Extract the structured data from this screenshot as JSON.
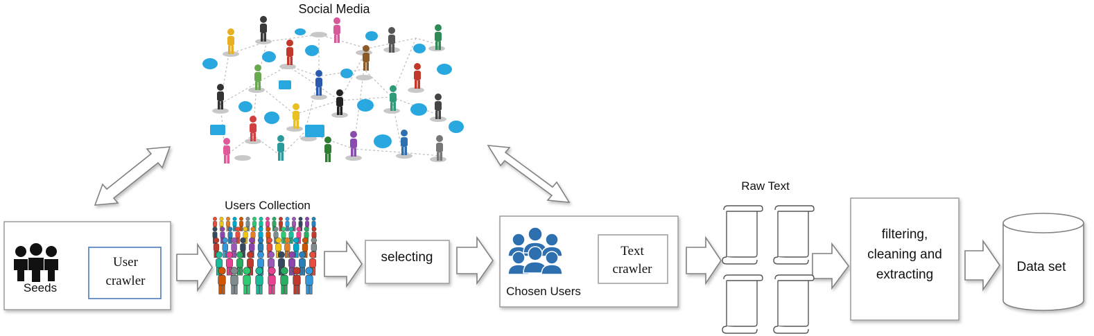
{
  "labels": {
    "social_media": "Social Media",
    "users_collection": "Users Collection",
    "raw_text": "Raw Text",
    "seeds": "Seeds",
    "user_crawler_line1": "User",
    "user_crawler_line2": "crawler",
    "selecting": "selecting",
    "chosen_users": "Chosen Users",
    "text_crawler_line1": "Text",
    "text_crawler_line2": "crawler",
    "filtering_line1": "filtering,",
    "filtering_line2": "cleaning and",
    "filtering_line3": "extracting",
    "data_set": "Data set"
  },
  "colors": {
    "box_stroke": "#9a9a9a",
    "crawler_stroke": "#4a78b8",
    "arrow_fill": "#ffffff",
    "arrow_stroke": "#808080",
    "user_icon": "#2e6fb0",
    "bubble": "#29a8e0",
    "seed_icon": "#111111"
  },
  "icons": {
    "seeds": "people-group-icon",
    "social": "social-network-illustration",
    "crowd": "crowd-icon",
    "chosen": "user-group-icon",
    "document": "scroll-document-icon",
    "database": "database-cylinder-icon"
  }
}
